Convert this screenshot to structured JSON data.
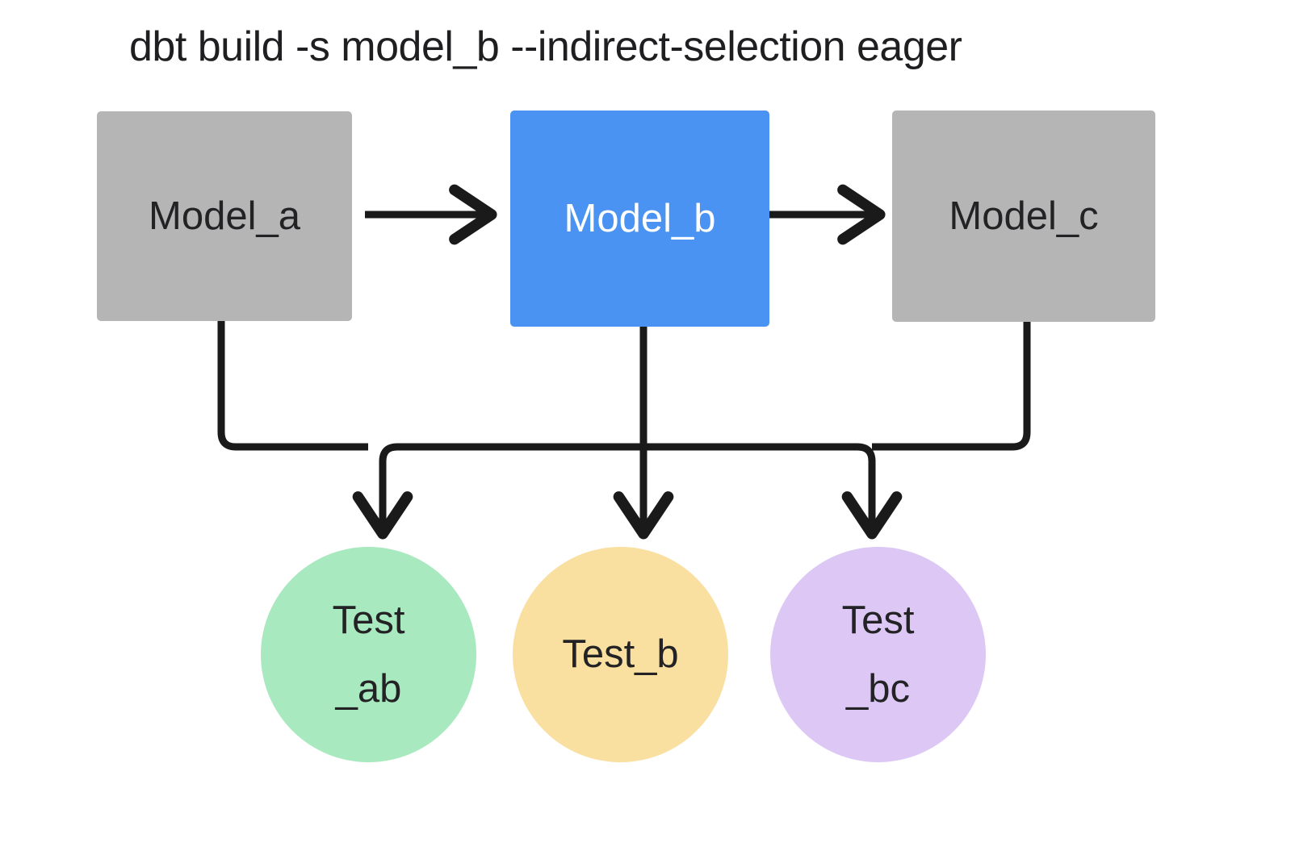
{
  "diagram": {
    "title": "dbt build -s model_b --indirect-selection eager",
    "background_color": "#ffffff",
    "edge_color": "#1a1a1a"
  },
  "nodes": {
    "models": [
      {
        "id": "model_a",
        "label": "Model_a",
        "shape": "rectangle",
        "fill": "#b5b5b5",
        "text_color": "#232326",
        "selected": false
      },
      {
        "id": "model_b",
        "label": "Model_b",
        "shape": "rectangle",
        "fill": "#4a93f2",
        "text_color": "#ffffff",
        "selected": true
      },
      {
        "id": "model_c",
        "label": "Model_c",
        "shape": "rectangle",
        "fill": "#b5b5b5",
        "text_color": "#232326",
        "selected": false
      }
    ],
    "tests": [
      {
        "id": "test_ab",
        "label": "Test_ab",
        "line1": "Test",
        "line2": "_ab",
        "shape": "circle",
        "fill": "#a9e9bf",
        "text_color": "#232326"
      },
      {
        "id": "test_b",
        "label": "Test_b",
        "line1": "Test_b",
        "line2": "",
        "shape": "circle",
        "fill": "#f9e0a1",
        "text_color": "#232326"
      },
      {
        "id": "test_bc",
        "label": "Test_bc",
        "line1": "Test",
        "line2": "_bc",
        "shape": "circle",
        "fill": "#ddc8f5",
        "text_color": "#232326"
      }
    ]
  },
  "edges": [
    {
      "from": "model_a",
      "to": "model_b",
      "style": "straight-arrow"
    },
    {
      "from": "model_b",
      "to": "model_c",
      "style": "straight-arrow"
    },
    {
      "from": "model_a",
      "to": "test_ab",
      "style": "elbow-arrow"
    },
    {
      "from": "model_b",
      "to": "test_ab",
      "style": "elbow-arrow"
    },
    {
      "from": "model_b",
      "to": "test_b",
      "style": "straight-arrow"
    },
    {
      "from": "model_b",
      "to": "test_bc",
      "style": "elbow-arrow"
    },
    {
      "from": "model_c",
      "to": "test_bc",
      "style": "elbow-arrow"
    }
  ]
}
